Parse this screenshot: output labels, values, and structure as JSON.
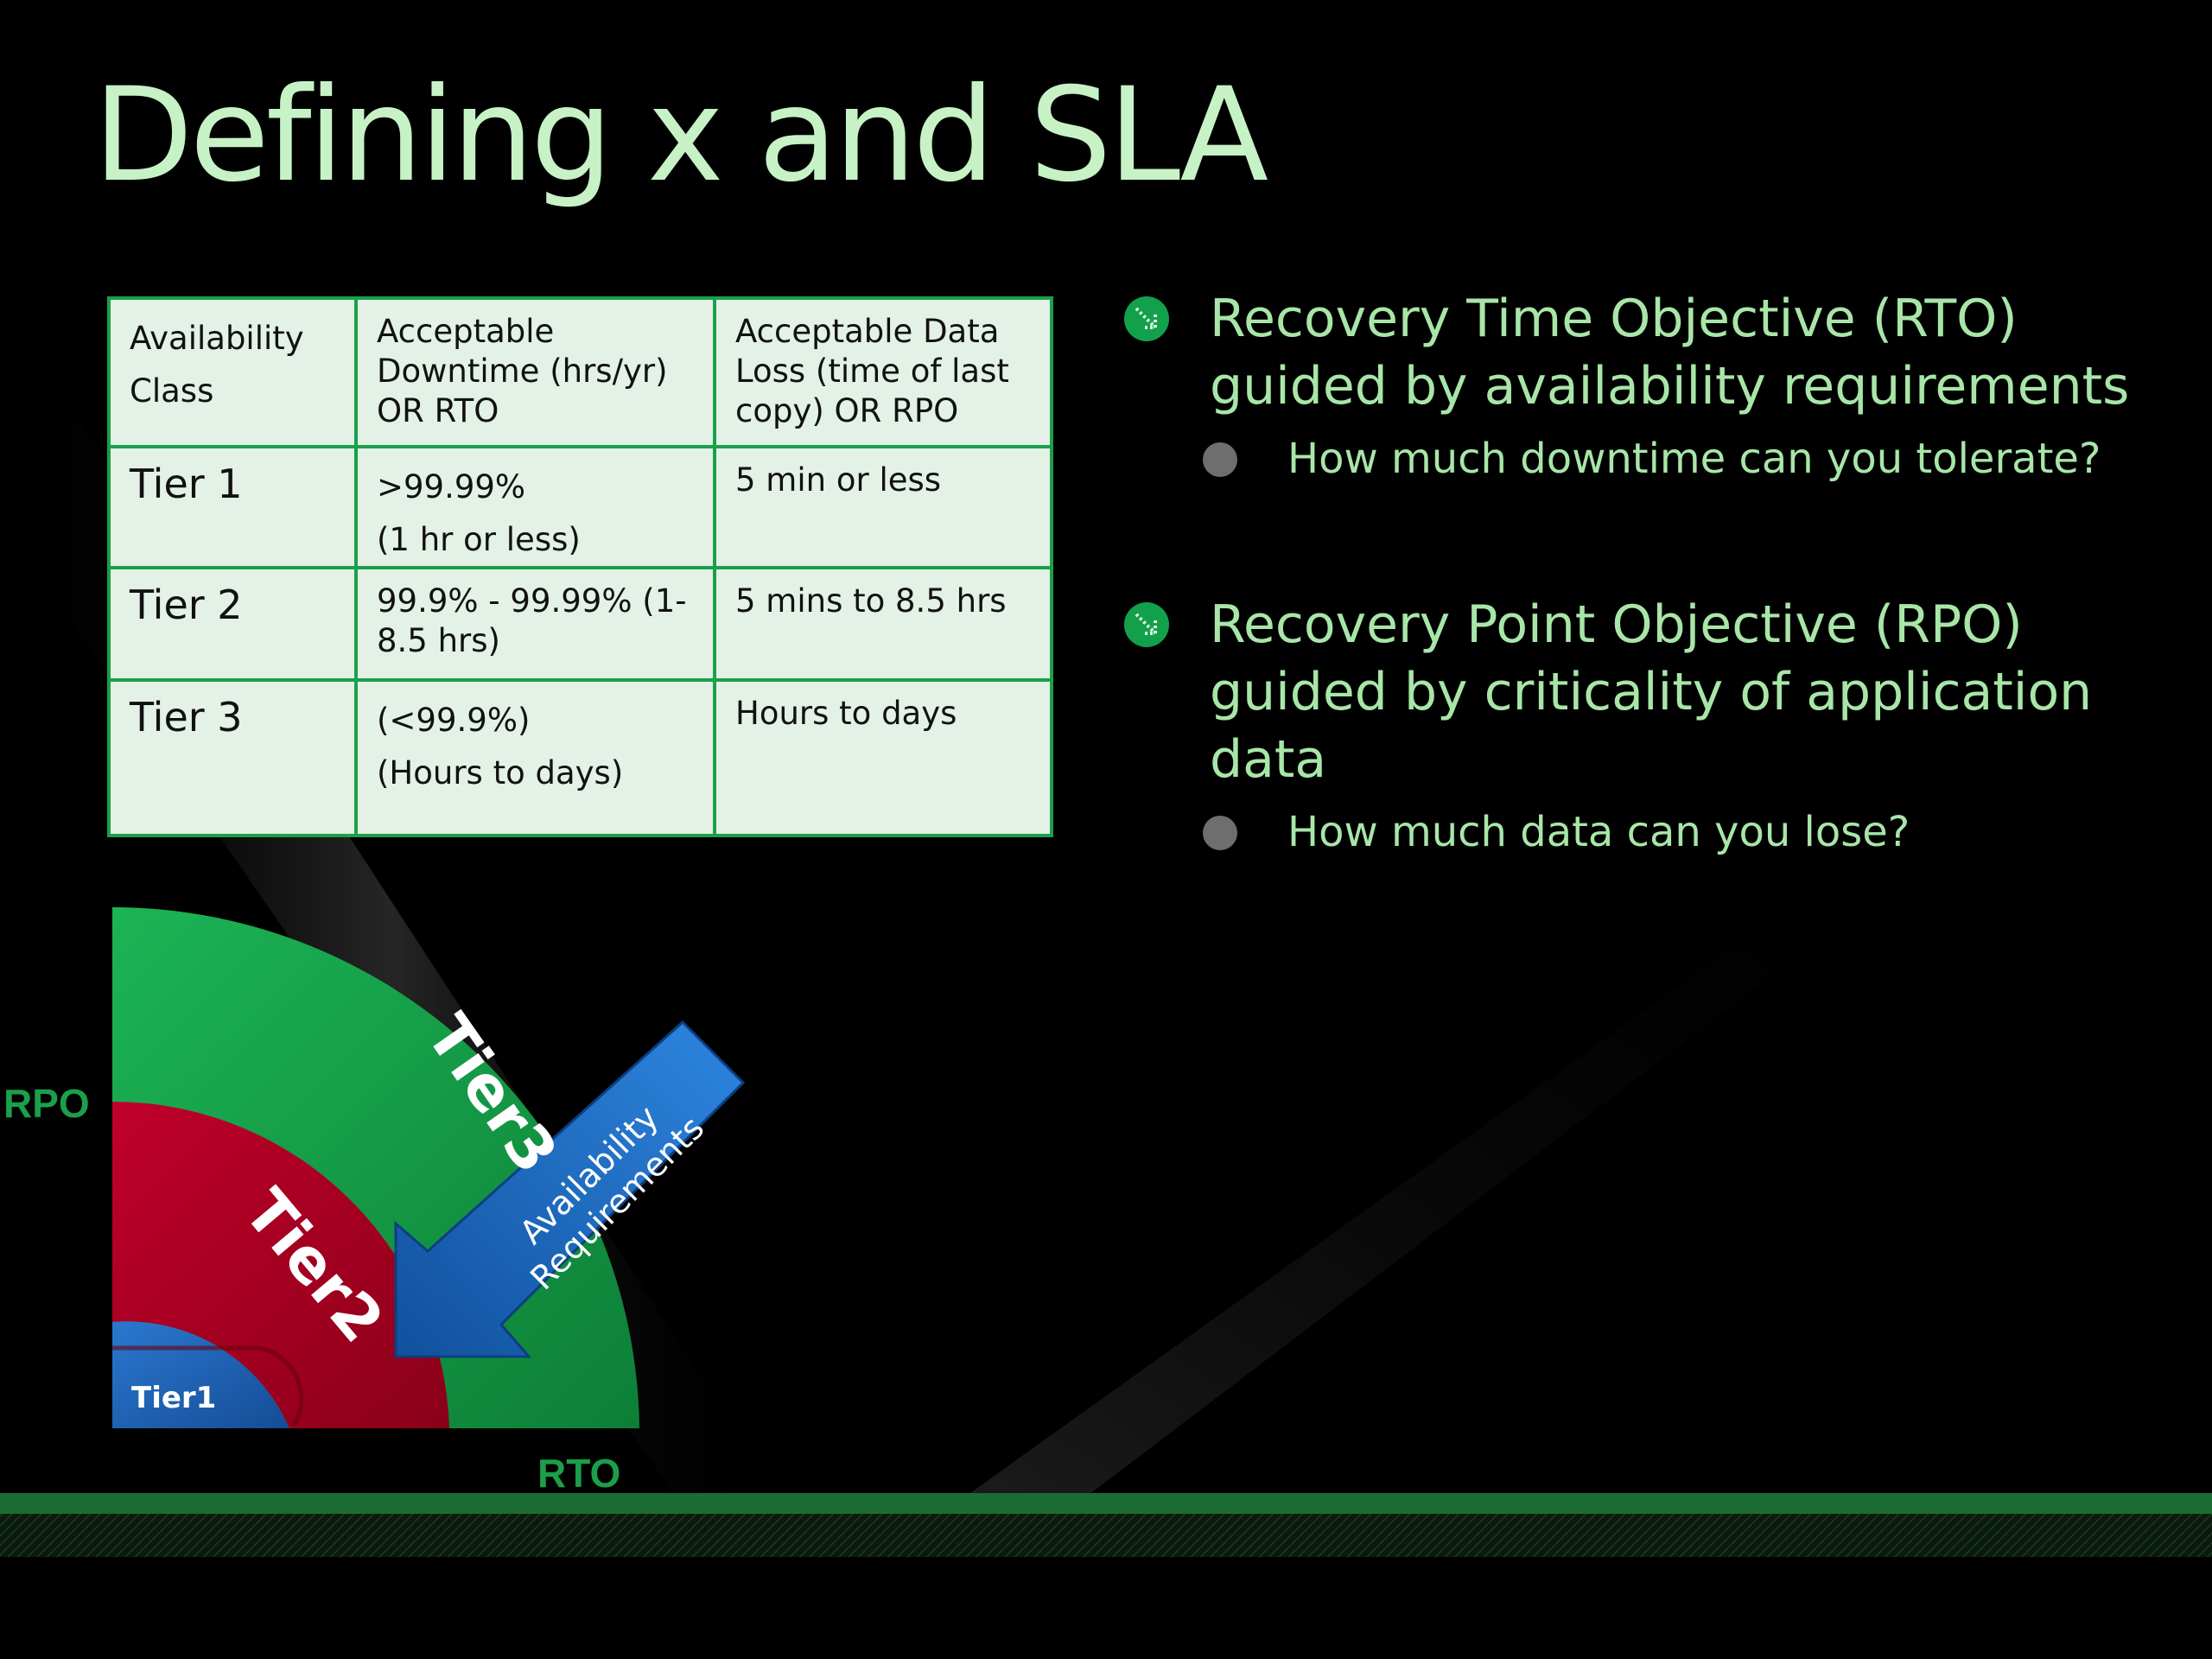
{
  "slide": {
    "title": "Defining x and SLA"
  },
  "table": {
    "headers": [
      [
        "Availability",
        "Class"
      ],
      [
        "Acceptable Downtime (hrs/yr) OR RTO"
      ],
      [
        "Acceptable Data Loss (time of last copy) OR RPO"
      ]
    ],
    "rows": [
      {
        "class": "Tier 1",
        "downtime": [
          ">99.99%",
          "(1 hr or less)"
        ],
        "data_loss": "5 min or less"
      },
      {
        "class": "Tier 2",
        "downtime": [
          "99.9% - 99.99% (1-8.5 hrs)"
        ],
        "data_loss": "5 mins to 8.5 hrs"
      },
      {
        "class": "Tier 3",
        "downtime": [
          "(<99.9%)",
          "(Hours to days)"
        ],
        "data_loss": "Hours to days"
      }
    ]
  },
  "bullets": [
    {
      "text": "Recovery Time Objective (RTO) guided by availability requirements",
      "sub": "How much downtime can you tolerate?"
    },
    {
      "text": "Recovery Point Objective (RPO) guided by criticality of application data",
      "sub": "How much data can you lose?"
    }
  ],
  "diagram": {
    "y_axis": "RPO",
    "x_axis": "RTO",
    "tiers": [
      "Tier1",
      "Tier2",
      "Tier3"
    ],
    "arrow_label": "Availability Requirements"
  },
  "colors": {
    "title": "#c6f2c6",
    "bullet_text": "#a8e6a8",
    "accent_green": "#1aa04a",
    "tier1_blue": "#1f5fb3",
    "tier2_red": "#a8001f",
    "tier3_green": "#139a45"
  },
  "icons": {
    "bullet_marker": "green-arrow-bullet-icon",
    "sub_bullet": "grey-dot-icon"
  }
}
